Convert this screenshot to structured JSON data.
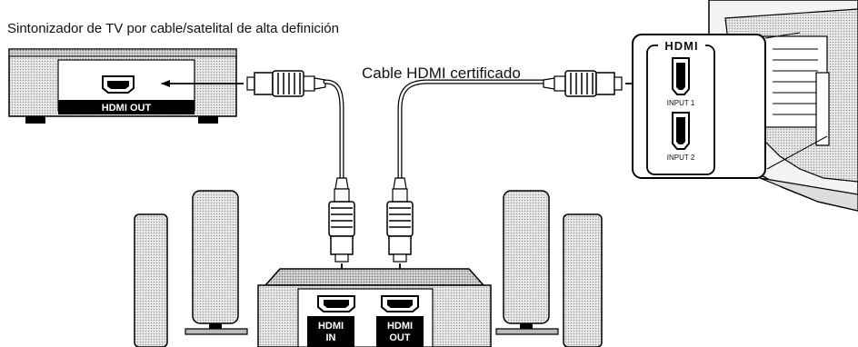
{
  "title": "Sintonizador de TV por cable/satelital de alta definición",
  "cable_label": "Cable HDMI certificado",
  "tuner": {
    "port_label": "HDMI OUT"
  },
  "receiver": {
    "in_label": [
      "HDMI",
      "IN"
    ],
    "out_label": [
      "HDMI",
      "OUT"
    ]
  },
  "tv_panel": {
    "logo": "HDMI",
    "input1": "INPUT 1",
    "input2": "INPUT 2"
  }
}
